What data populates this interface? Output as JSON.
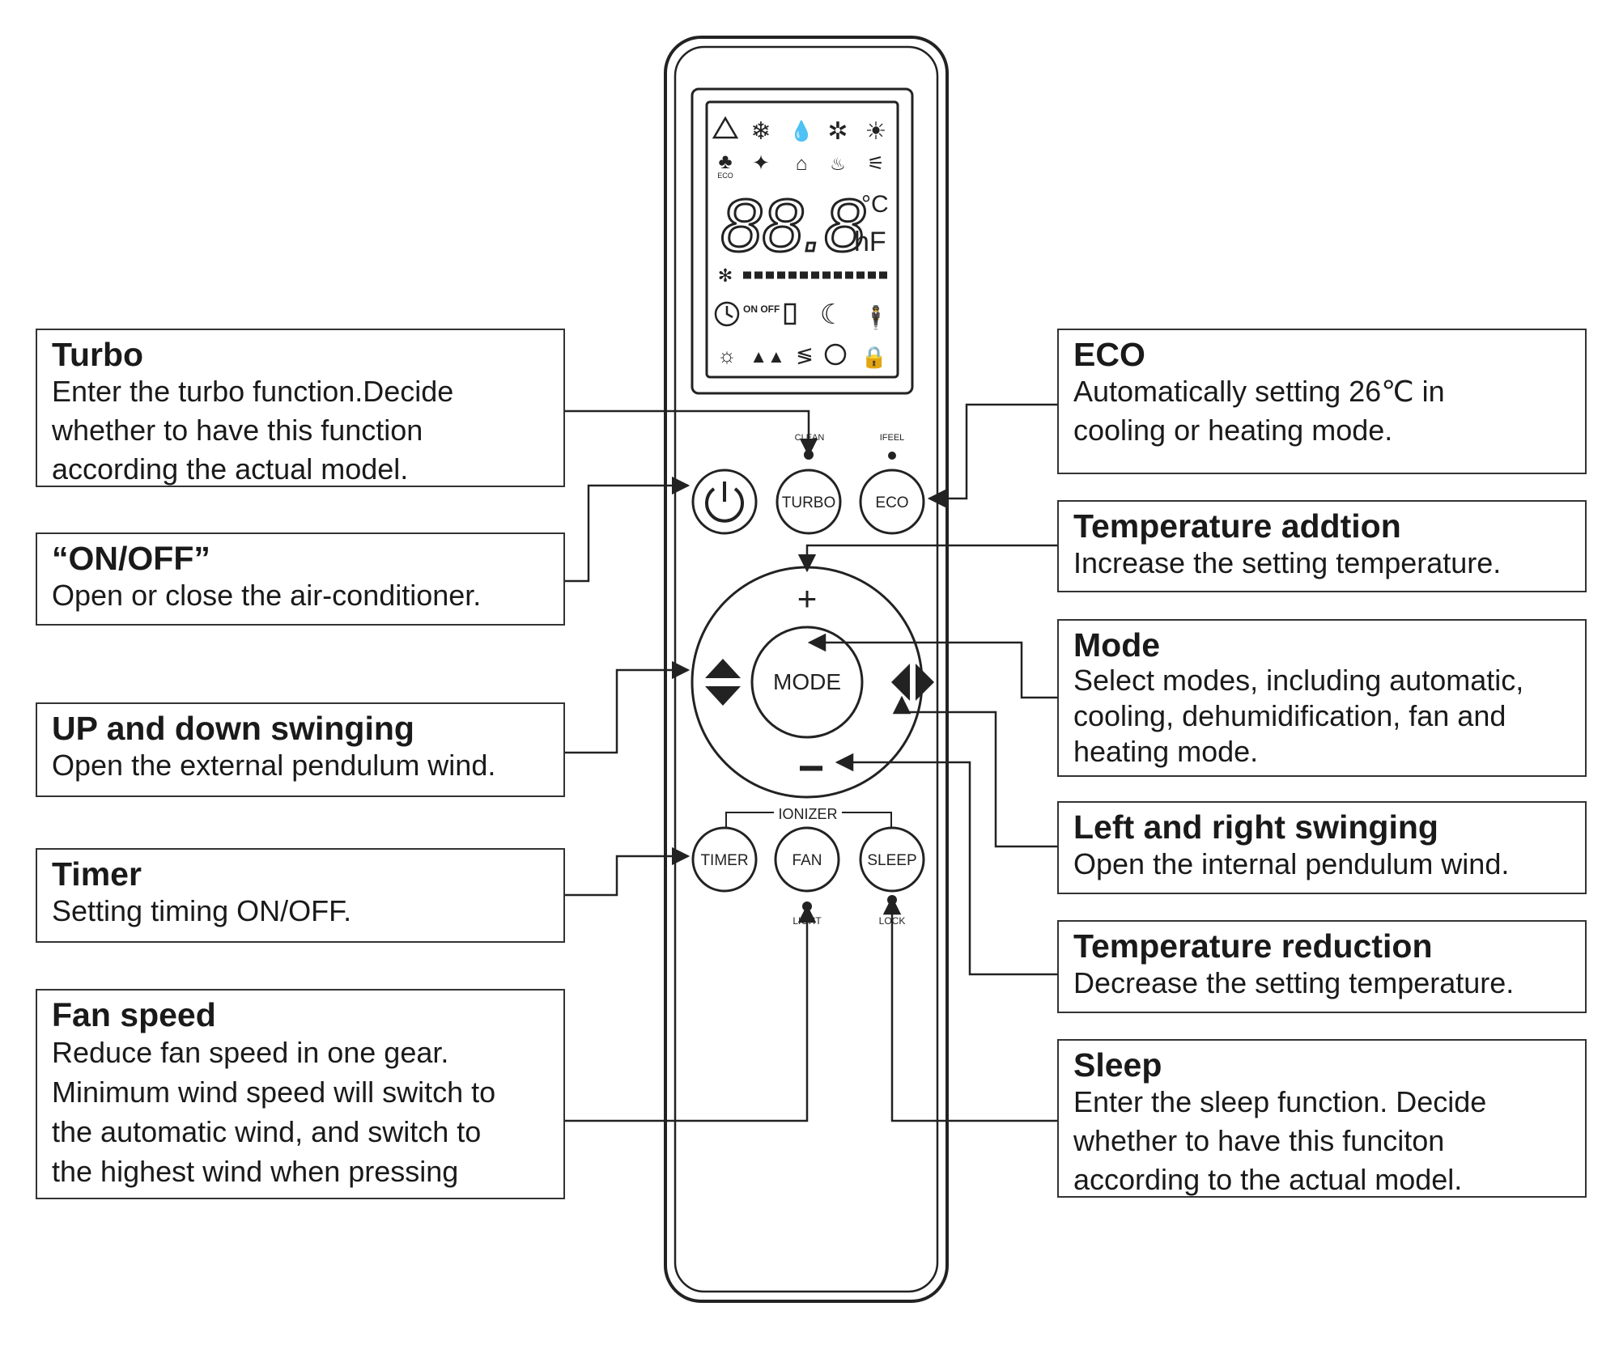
{
  "remote": {
    "lcd": {
      "digits": "88.8",
      "unit_c": "°C",
      "unit_hf": "hF",
      "on_off_label": "ON\nOFF",
      "eco_label": "ECO"
    },
    "labels": {
      "clean": "CLEAN",
      "ifeel": "IFEEL",
      "turbo": "TURBO",
      "eco": "ECO",
      "plus": "+",
      "minus": "−",
      "mode": "MODE",
      "ionizer": "IONIZER",
      "timer": "TIMER",
      "fan": "FAN",
      "sleep": "SLEEP",
      "light": "LIGHT",
      "lock": "LOCK"
    }
  },
  "callouts": {
    "turbo": {
      "title": "Turbo",
      "desc": "Enter the turbo function.Decide\nwhether to have this function\naccording the actual model."
    },
    "onoff": {
      "title": "“ON/OFF”",
      "desc": "Open or close the air-conditioner."
    },
    "updown": {
      "title": "UP and down swinging",
      "desc": "Open the external pendulum wind."
    },
    "timer": {
      "title": "Timer",
      "desc": "Setting timing ON/OFF."
    },
    "fan": {
      "title": "Fan speed",
      "desc": "Reduce fan speed in one gear.\nMinimum wind speed will switch to\nthe automatic wind, and switch to\nthe highest wind when pressing"
    },
    "eco": {
      "title": "ECO",
      "desc": "Automatically setting 26℃  in\ncooling or heating mode."
    },
    "temp_add": {
      "title": "Temperature addtion",
      "desc": "Increase the setting temperature."
    },
    "mode": {
      "title": "Mode",
      "desc": "Select modes, including automatic,\ncooling, dehumidification, fan and\nheating mode."
    },
    "left_right": {
      "title": "Left and right swinging",
      "desc": "Open the internal pendulum wind."
    },
    "temp_red": {
      "title": "Temperature reduction",
      "desc": "Decrease the setting temperature."
    },
    "sleep": {
      "title": "Sleep",
      "desc": "Enter the sleep function. Decide\nwhether to have this funciton\naccording to the actual model."
    }
  }
}
